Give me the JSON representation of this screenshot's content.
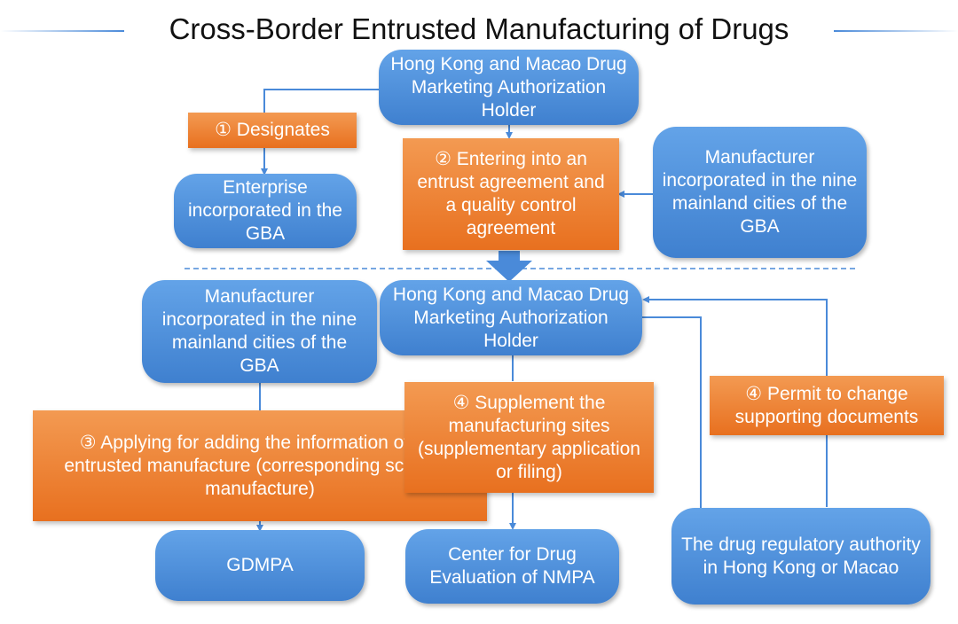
{
  "title": "Cross-Border Entrusted Manufacturing of Drugs",
  "colors": {
    "blue_box": "#4a8ad9",
    "orange_box": "#ee7d2e",
    "connector": "#4a8ad9"
  },
  "nodes": {
    "hk_holder_top": "Hong Kong and Macao Drug Marketing Authorization Holder",
    "designates": "① Designates",
    "enterprise_gba": "Enterprise incorporated in the GBA",
    "entrust_agreement": "② Entering into an entrust agreement and a quality control agreement",
    "manufacturer_top": "Manufacturer incorporated in the nine mainland cities of the GBA",
    "manufacturer_bottom": "Manufacturer incorporated in the nine mainland cities of the GBA",
    "hk_holder_bottom": "Hong Kong and Macao Drug Marketing Authorization Holder",
    "applying": "③ Applying for adding the information of the entrusted manufacture (corresponding scope of manufacture)",
    "supplement": "④ Supplement the manufacturing sites (supplementary application or filing)",
    "permit": "④ Permit to change supporting documents",
    "gdmpa": "GDMPA",
    "cde": "Center for Drug Evaluation of NMPA",
    "regulator": "The drug regulatory authority in Hong Kong or Macao"
  }
}
